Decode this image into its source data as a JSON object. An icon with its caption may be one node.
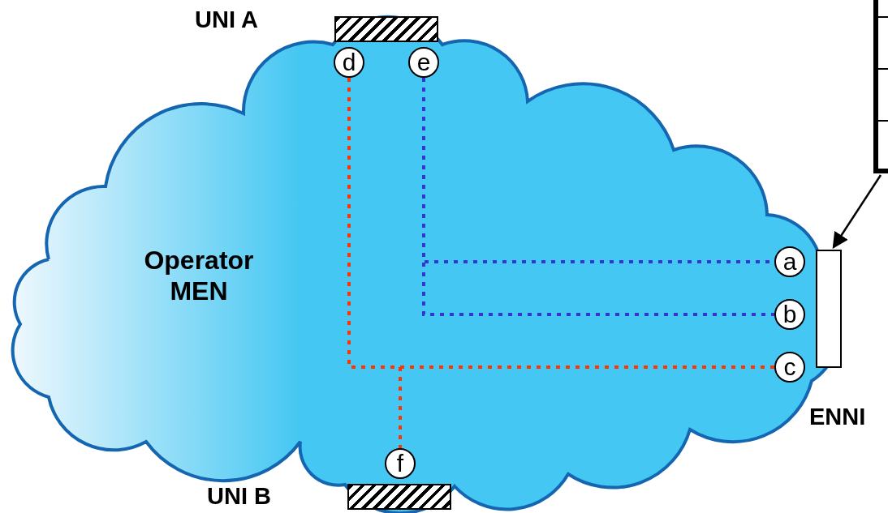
{
  "diagram": {
    "nodes": [
      {
        "text": [
          "Operator MEN"
        ]
      },
      {
        "text": [],
        "shape": "bar",
        "in": 0
      },
      {
        "text": [],
        "shape": "bar",
        "in": 0
      },
      {
        "text": [
          "ENNI"
        ]
      },
      {
        "text": [],
        "shape": "box"
      },
      {
        "text": [
          "d"
        ],
        "in": 0
      },
      {
        "text": [
          "e"
        ],
        "in": 0
      },
      {
        "text": [
          "a"
        ],
        "in": 0
      },
      {
        "text": [
          "b"
        ],
        "in": 0
      },
      {
        "text": [
          "c"
        ],
        "in": 0
      },
      {
        "text": [
          "f"
        ],
        "in": 0
      }
    ],
    "edges": [
      {
        "from": 6,
        "to": 7,
        "arrow": "none",
        "style": "dashed",
        "color": "#3535d0"
      },
      {
        "from": 6,
        "to": 8,
        "arrow": "none",
        "style": "dashed",
        "color": "#3535d0"
      },
      {
        "from": 5,
        "to": 9,
        "arrow": "none",
        "style": "dashed",
        "color": "#ff3300"
      },
      {
        "from": 5,
        "to": 10,
        "arrow": "none",
        "style": "dashed",
        "color": "#ff3300"
      },
      {
        "from": 4,
        "to": 3,
        "arrow": "to",
        "color": "#000000"
      }
    ],
    "labels": [
      "UNI A",
      "UNI B"
    ]
  }
}
